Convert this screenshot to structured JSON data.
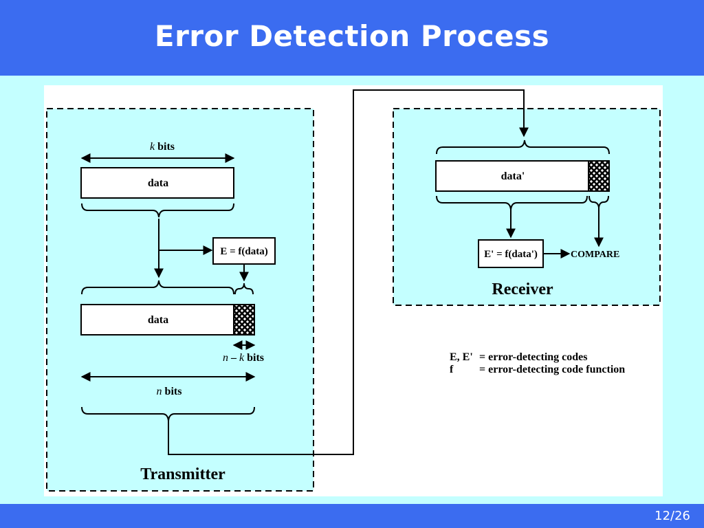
{
  "slide": {
    "title": "Error Detection Process",
    "page": "12/26"
  },
  "transmitter": {
    "label": "Transmitter",
    "k_bits_italic": "k",
    "k_bits_rest": " bits",
    "data_label": "data",
    "function_box": "E = f(data)",
    "data_label_2": "data",
    "nk_n": "n",
    "nk_dash": " – ",
    "nk_k": "k",
    "nk_rest": " bits",
    "n_bits_italic": "n",
    "n_bits_rest": " bits"
  },
  "receiver": {
    "label": "Receiver",
    "data_label": "data'",
    "function_box": "E' = f(data')",
    "compare": "COMPARE"
  },
  "legend": {
    "line1_key": "E, E'",
    "line1_value": "= error-detecting codes",
    "line2_key": "f",
    "line2_value": "= error-detecting code function"
  },
  "colors": {
    "title_bar": "#3b6cf0",
    "background": "#c4ffff",
    "panel": "#c4ffff",
    "box_fill": "#ffffff"
  }
}
